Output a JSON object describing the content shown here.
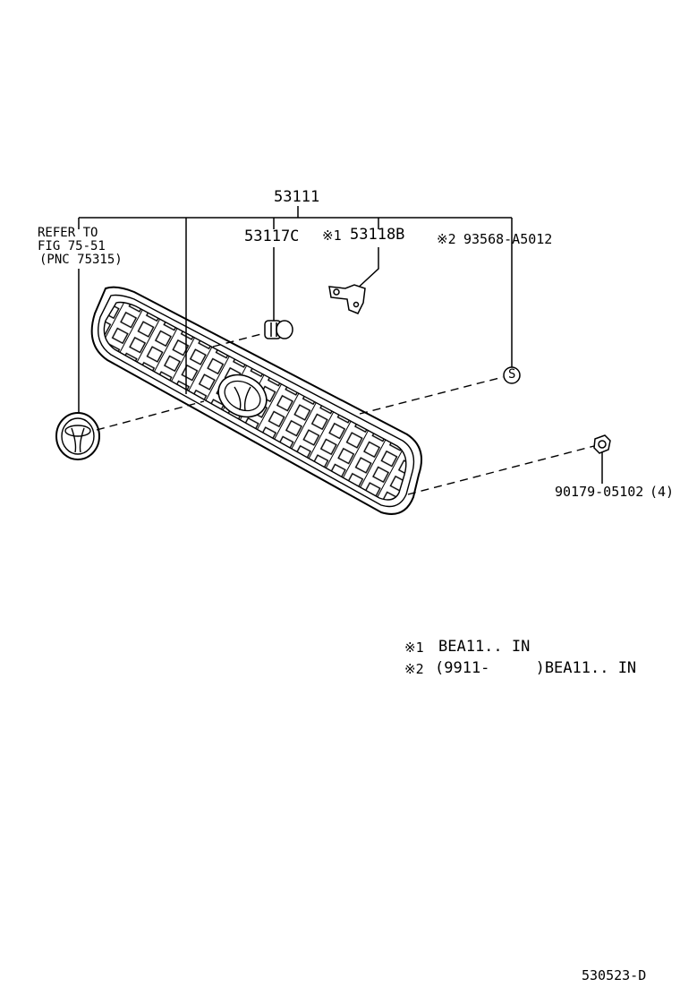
{
  "labels": {
    "assembly": "53111",
    "refer": [
      "REFER TO",
      "FIG 75-51",
      "(PNC 75315)"
    ],
    "clip": "53117C",
    "bracket_mark": "※1",
    "bracket": "53118B",
    "screw_mark": "※2",
    "screw": "93568-A5012",
    "nut": "90179-05102",
    "nut_qty": "(4)",
    "screw_symbol": "S"
  },
  "notes": [
    {
      "mark": "※1",
      "text": "BEA11.. IN"
    },
    {
      "mark": "※2",
      "text": "(9911-     )BEA11.. IN"
    }
  ],
  "drawing_number": "530523-D"
}
